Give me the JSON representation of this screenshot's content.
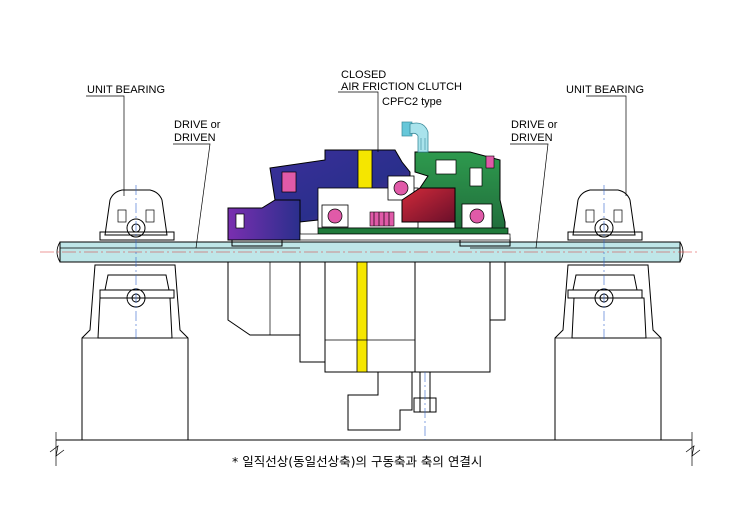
{
  "labels": {
    "unit_bearing_left": "UNIT BEARING",
    "unit_bearing_right": "UNIT BEARING",
    "drive_left_1": "DRIVE or",
    "drive_left_2": "DRIVEN",
    "drive_right_1": "DRIVE or",
    "drive_right_2": "DRIVEN",
    "clutch_line1": "CLOSED",
    "clutch_line2": "AIR FRICTION CLUTCH",
    "clutch_type": "CPFC2  type"
  },
  "caption": "* 일직선상(동일선상축)의 구동축과 축의 연결시",
  "colors": {
    "housing_blue": "#2a2f8c",
    "housing_purple": "#6a2a8c",
    "friction_yellow": "#f5e600",
    "seal_red": "#b3122a",
    "body_green": "#1f7a3a",
    "bearing_pink": "#e05aa8",
    "air_fitting": "#66c7d9",
    "shaft_tint": "#bfe6e8",
    "outline": "#000000"
  }
}
